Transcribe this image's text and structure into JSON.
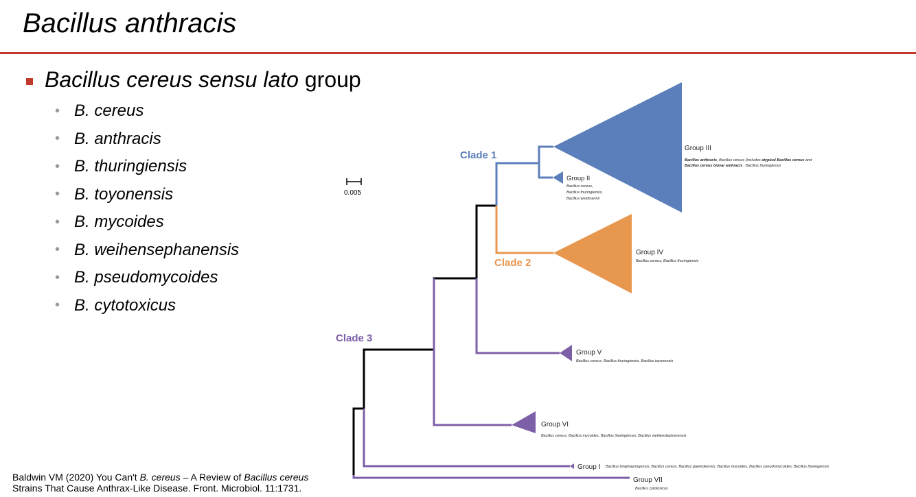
{
  "slide": {
    "title": "Bacillus anthracis"
  },
  "main_bullet": {
    "italic": "Bacillus cereus sensu lato",
    "rest": " group"
  },
  "species": [
    "B. cereus",
    "B. anthracis",
    "B. thuringiensis",
    "B. toyonensis",
    "B. mycoides",
    "B. weihensephanensis",
    "B. pseudomycoides",
    "B. cytotoxicus"
  ],
  "citation": {
    "a": "Baldwin VM (2020) You Can't ",
    "b": "B. cereus",
    "c": " – A Review of ",
    "d": "Bacillus cereus",
    "line2": "Strains That Cause Anthrax-Like Disease. Front. Microbiol. 11:1731."
  },
  "tree": {
    "scale_label": "0.005",
    "colors": {
      "clade1": "#5b7fba",
      "clade2": "#e8974f",
      "clade3": "#7d5fa8",
      "backbone": "#000000"
    },
    "clades": {
      "clade1": "Clade 1",
      "clade2": "Clade 2",
      "clade3": "Clade 3"
    },
    "groups": {
      "g3": {
        "name": "Group III",
        "desc1_parts": [
          {
            "t": "Bacillus anthracis",
            "b": true
          },
          {
            "t": ", Bacillus cereus (includes ",
            "b": false
          },
          {
            "t": "atypical Bacillus cereus",
            "b": true
          },
          {
            "t": " and",
            "b": false
          }
        ],
        "desc2_parts": [
          {
            "t": "Bacillus cereus biovar anthracis",
            "b": true
          },
          {
            "t": " , Bacillus thuringiensis",
            "b": false
          }
        ]
      },
      "g2": {
        "name": "Group II",
        "lines": [
          "Bacillus cereus,",
          "Bacillus thuringiensis,",
          "Bacillus weidmannii"
        ]
      },
      "g4": {
        "name": "Group IV",
        "desc": "Bacillus cereus, Bacillus thuringiensis"
      },
      "g5": {
        "name": "Group V",
        "desc": "Bacillus cereus, Bacillus thuringiensis, Bacillus toyonensis"
      },
      "g6": {
        "name": "Group VI",
        "desc": "Bacillus cereus, Bacillus mycoides, Bacillus thuringiensis, Bacillus weihenstephanensis"
      },
      "g1": {
        "name": "Group I",
        "desc": "Bacillus bingmayongensis, Bacillus cereus, Bacillus gaemokensis, Bacillus mycoides, Bacillus pseudomycoides, Bacillus thuringiensis"
      },
      "g7": {
        "name": "Group VII",
        "desc": "Bacillus cytotoxicus"
      }
    }
  }
}
